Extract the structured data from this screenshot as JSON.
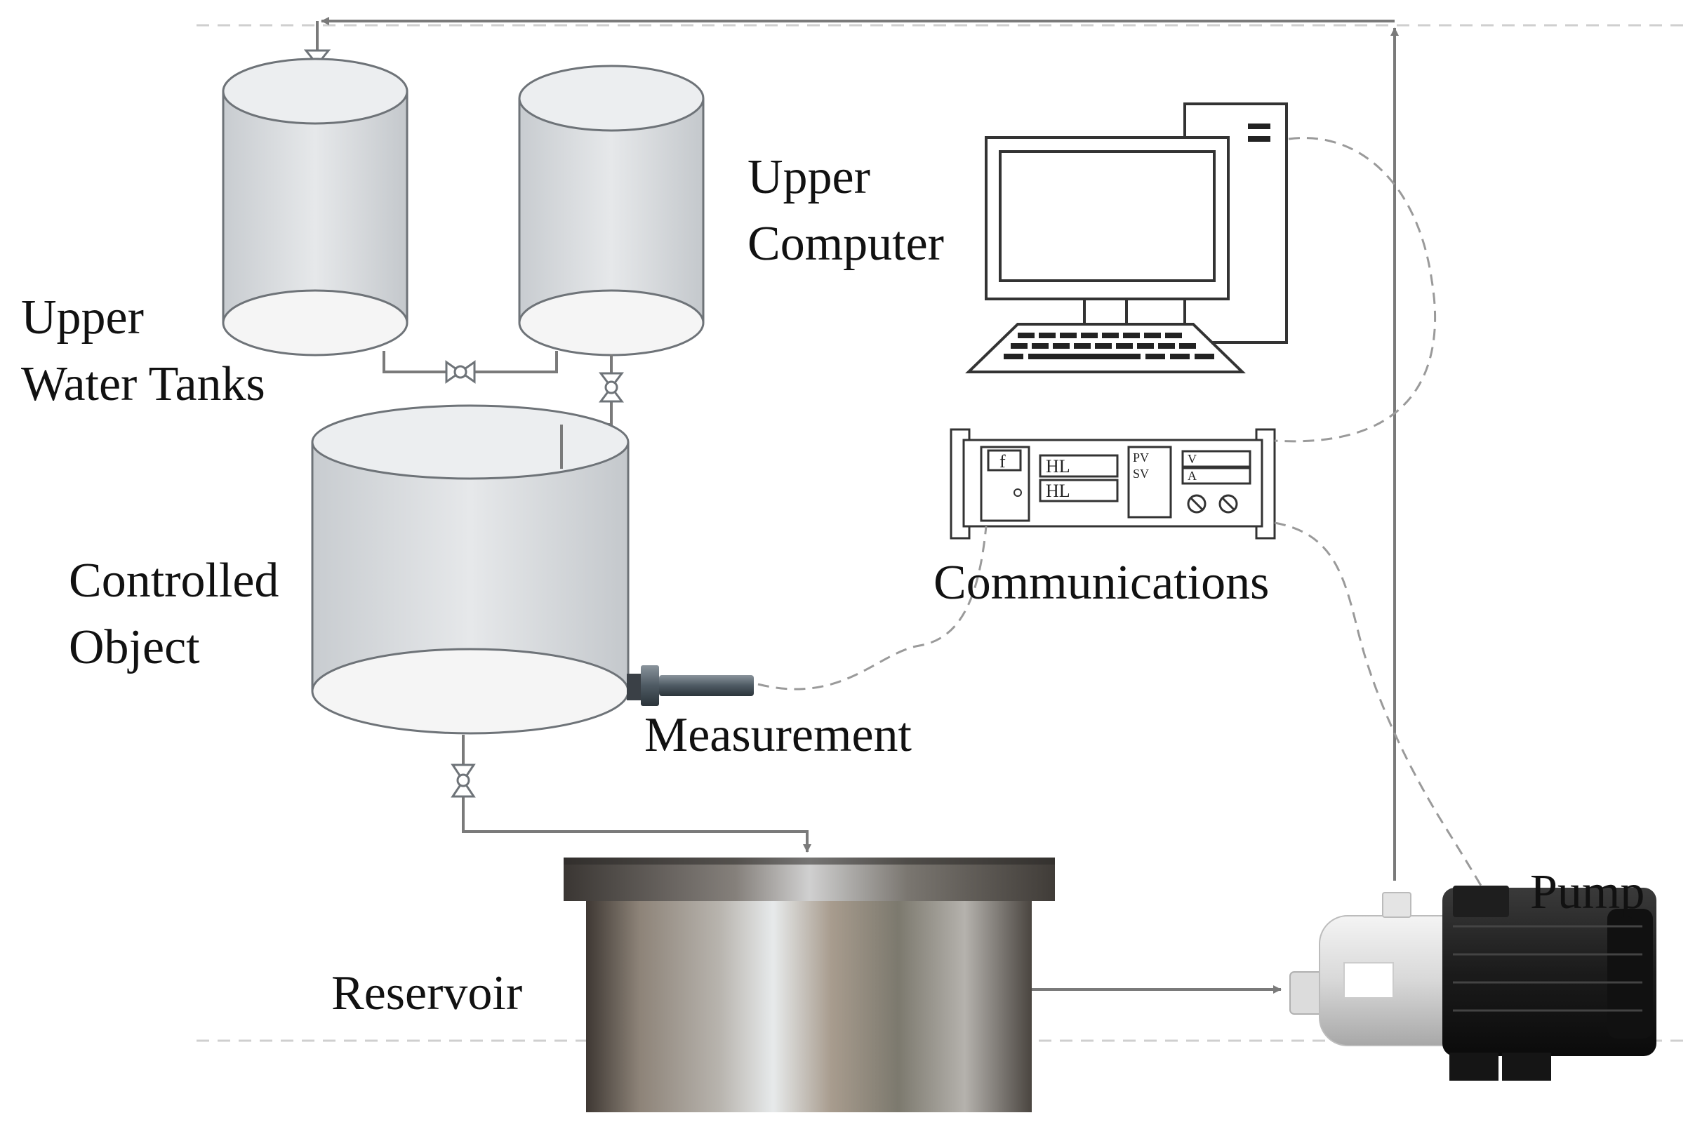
{
  "labels": {
    "upper_water_tanks": [
      "Upper",
      "Water Tanks"
    ],
    "upper_computer": [
      "Upper",
      "Computer"
    ],
    "controlled_object": [
      "Controlled",
      "Object"
    ],
    "measurement": "Measurement",
    "communications": "Communications",
    "reservoir": "Reservoir",
    "pump": "Pump"
  },
  "panel": {
    "f": "f",
    "hl_top": "HL",
    "hl_bottom": "HL",
    "pv": "PV",
    "sv": "SV",
    "v": "V",
    "a": "A"
  },
  "icons": {
    "tank": "cylinder-tank-icon",
    "valve": "valve-icon",
    "computer": "desktop-computer-icon",
    "controller": "controller-panel-icon",
    "sensor": "level-sensor-icon",
    "reservoir": "reservoir-icon",
    "pump": "pump-icon"
  },
  "colors": {
    "pipe": "#7a7a7a",
    "signal_line": "#9a9a9a",
    "tank_fill": "#dde1e4",
    "tank_stroke": "#6e7378"
  }
}
